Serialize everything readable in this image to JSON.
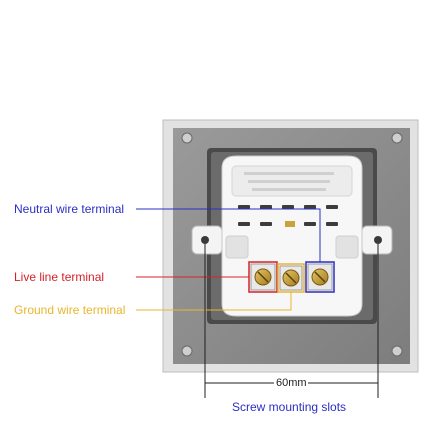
{
  "labels": {
    "neutral": "Neutral wire terminal",
    "live": "Live line terminal",
    "ground": "Ground wire terminal",
    "dimension": "60mm",
    "slots": "Screw mounting slots"
  },
  "colors": {
    "neutral": "#2b2fc2",
    "live": "#d4232a",
    "ground": "#e8b62c",
    "dimension": "#1f1f1f",
    "slots": "#2b2fc2"
  }
}
